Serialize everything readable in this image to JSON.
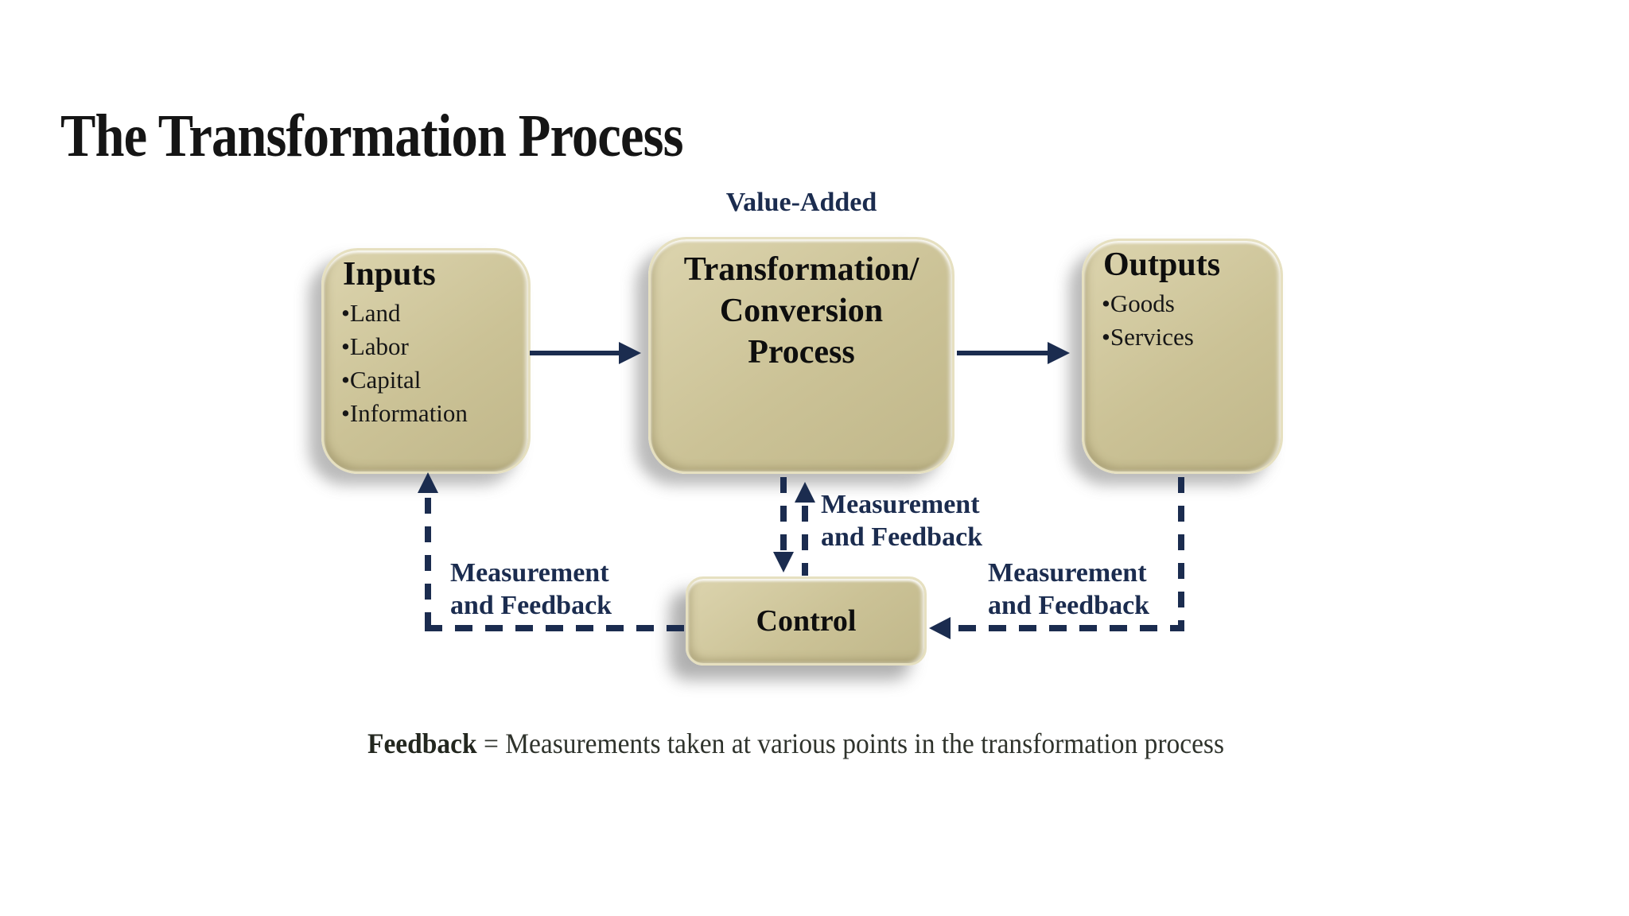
{
  "title": "The Transformation Process",
  "diagram": {
    "value_added_label": "Value-Added",
    "boxes": {
      "inputs": {
        "heading": "Inputs",
        "items": [
          "•Land",
          "•Labor",
          "•Capital",
          "•Information"
        ]
      },
      "transformation": {
        "heading_lines": [
          "Transformation/",
          "Conversion",
          "Process"
        ]
      },
      "outputs": {
        "heading": "Outputs",
        "items": [
          "•Goods",
          "•Services"
        ]
      },
      "control": {
        "label": "Control"
      }
    },
    "feedback_labels": {
      "left": {
        "line1": "Measurement",
        "line2": "and Feedback"
      },
      "middle": {
        "line1": "Measurement",
        "line2": "and Feedback"
      },
      "right": {
        "line1": "Measurement",
        "line2": "and Feedback"
      }
    },
    "colors": {
      "arrow_navy": "#1b2c4f",
      "box_fill": "#cbc296",
      "box_highlight": "#dcd4ae",
      "title_color": "#151515",
      "note_color": "#2f332c",
      "background": "#ffffff"
    }
  },
  "note": {
    "bold_text": "Feedback",
    "rest_text": " = Measurements taken at various points in the transformation process"
  }
}
